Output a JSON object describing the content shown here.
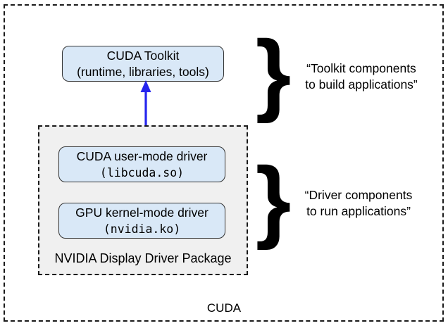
{
  "diagram": {
    "outer_label": "CUDA",
    "toolkit_box": {
      "line1": "CUDA Toolkit",
      "line2": "(runtime, libraries, tools)"
    },
    "driver_package": {
      "label": "NVIDIA Display Driver Package",
      "user_mode_box": {
        "line1": "CUDA user-mode driver",
        "line2": "(libcuda.so)"
      },
      "kernel_mode_box": {
        "line1": "GPU kernel-mode driver",
        "line2": "(nvidia.ko)"
      }
    },
    "annotations": {
      "toolkit": {
        "line1": "“Toolkit components",
        "line2": "to build applications”"
      },
      "driver": {
        "line1": "“Driver components",
        "line2": "to run applications”"
      }
    },
    "brace_glyph": "}",
    "colors": {
      "box_fill": "#d9e8f7",
      "box_border": "#333333",
      "package_fill": "#f0f0f0",
      "dash_border": "#1a1a1a",
      "arrow": "#2424ee",
      "text": "#000000",
      "bg": "#ffffff"
    }
  }
}
